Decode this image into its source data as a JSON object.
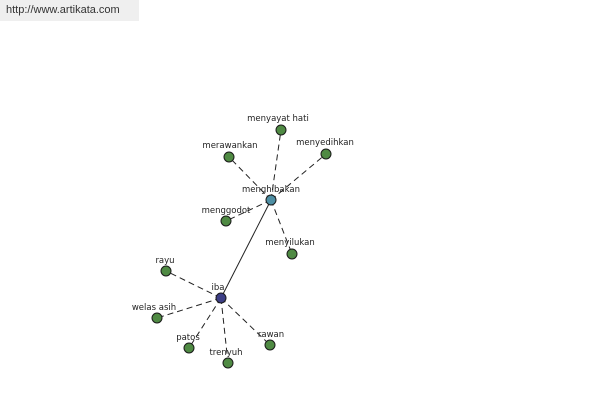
{
  "source_url": "http://www.artikata.com",
  "colors": {
    "leaf_node": "#4f8a43",
    "hub_iba": "#3d3f86",
    "hub_menghibakan": "#4e8fa4"
  },
  "nodes": [
    {
      "id": "iba",
      "label": "iba",
      "kind": "hub"
    },
    {
      "id": "menghibakan",
      "label": "menghibakan",
      "kind": "hub"
    },
    {
      "id": "menyayat_hati",
      "label": "menyayat hati",
      "kind": "leaf"
    },
    {
      "id": "merawankan",
      "label": "merawankan",
      "kind": "leaf"
    },
    {
      "id": "menyedihkan",
      "label": "menyedihkan",
      "kind": "leaf"
    },
    {
      "id": "menggodot",
      "label": "menggodot",
      "kind": "leaf"
    },
    {
      "id": "menyilukan",
      "label": "menyilukan",
      "kind": "leaf"
    },
    {
      "id": "rayu",
      "label": "rayu",
      "kind": "leaf"
    },
    {
      "id": "welas_asih",
      "label": "welas asih",
      "kind": "leaf"
    },
    {
      "id": "patos",
      "label": "patos",
      "kind": "leaf"
    },
    {
      "id": "trenyuh",
      "label": "trenyuh",
      "kind": "leaf"
    },
    {
      "id": "rawan",
      "label": "rawan",
      "kind": "leaf"
    }
  ],
  "edges": [
    {
      "from": "iba",
      "to": "menghibakan",
      "style": "solid"
    },
    {
      "from": "menghibakan",
      "to": "menyayat_hati",
      "style": "dashed"
    },
    {
      "from": "menghibakan",
      "to": "merawankan",
      "style": "dashed"
    },
    {
      "from": "menghibakan",
      "to": "menyedihkan",
      "style": "dashed"
    },
    {
      "from": "menghibakan",
      "to": "menggodot",
      "style": "dashed"
    },
    {
      "from": "menghibakan",
      "to": "menyilukan",
      "style": "dashed"
    },
    {
      "from": "iba",
      "to": "rayu",
      "style": "dashed"
    },
    {
      "from": "iba",
      "to": "welas_asih",
      "style": "dashed"
    },
    {
      "from": "iba",
      "to": "patos",
      "style": "dashed"
    },
    {
      "from": "iba",
      "to": "trenyuh",
      "style": "dashed"
    },
    {
      "from": "iba",
      "to": "rawan",
      "style": "dashed"
    }
  ]
}
